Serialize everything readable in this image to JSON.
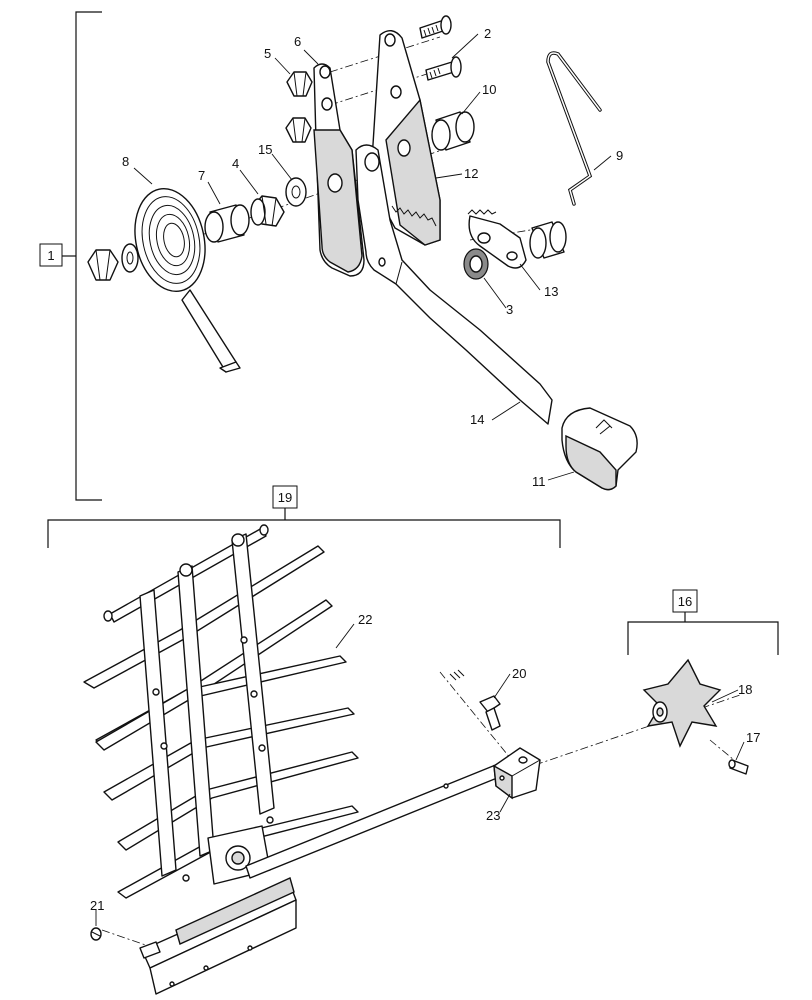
{
  "groups": [
    {
      "id": "group-1",
      "label": "1"
    },
    {
      "id": "group-19",
      "label": "19"
    },
    {
      "id": "group-16",
      "label": "16"
    }
  ],
  "callouts": [
    "2",
    "3",
    "4",
    "5",
    "6",
    "7",
    "8",
    "9",
    "10",
    "11",
    "12",
    "13",
    "14",
    "15",
    "17",
    "18",
    "20",
    "21",
    "22",
    "23"
  ]
}
